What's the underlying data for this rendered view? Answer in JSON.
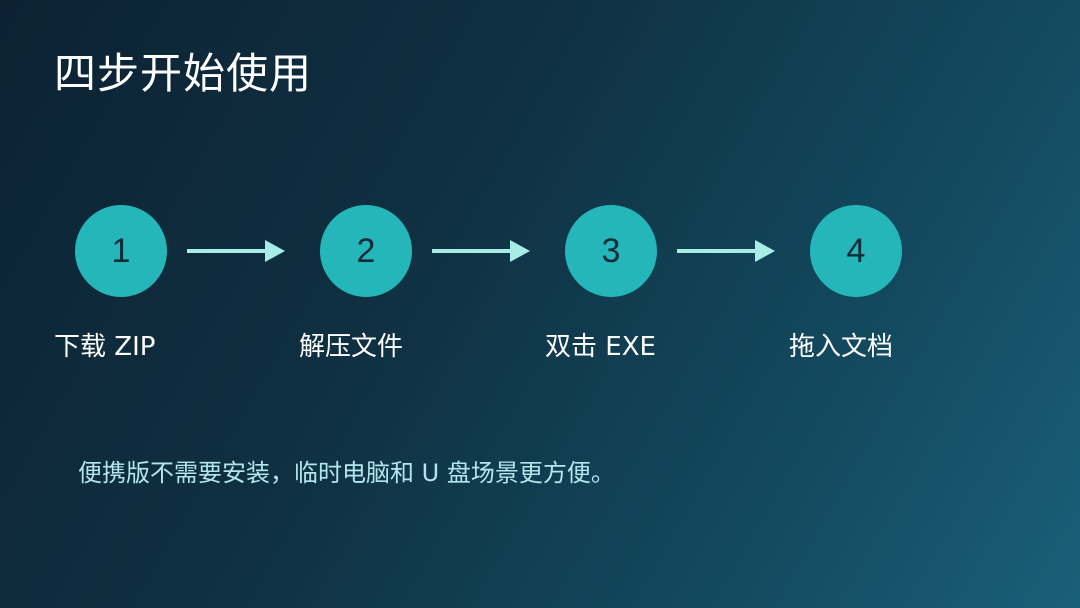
{
  "title": "四步开始使用",
  "steps": [
    {
      "number": "1",
      "label": "下载 ZIP"
    },
    {
      "number": "2",
      "label": "解压文件"
    },
    {
      "number": "3",
      "label": "双击 EXE"
    },
    {
      "number": "4",
      "label": "拖入文档"
    }
  ],
  "note": "便携版不需要安装，临时电脑和 U 盘场景更方便。",
  "colors": {
    "circle": "#24b6b8",
    "arrow": "#a8ece8",
    "note_text": "#b3e6ec"
  }
}
